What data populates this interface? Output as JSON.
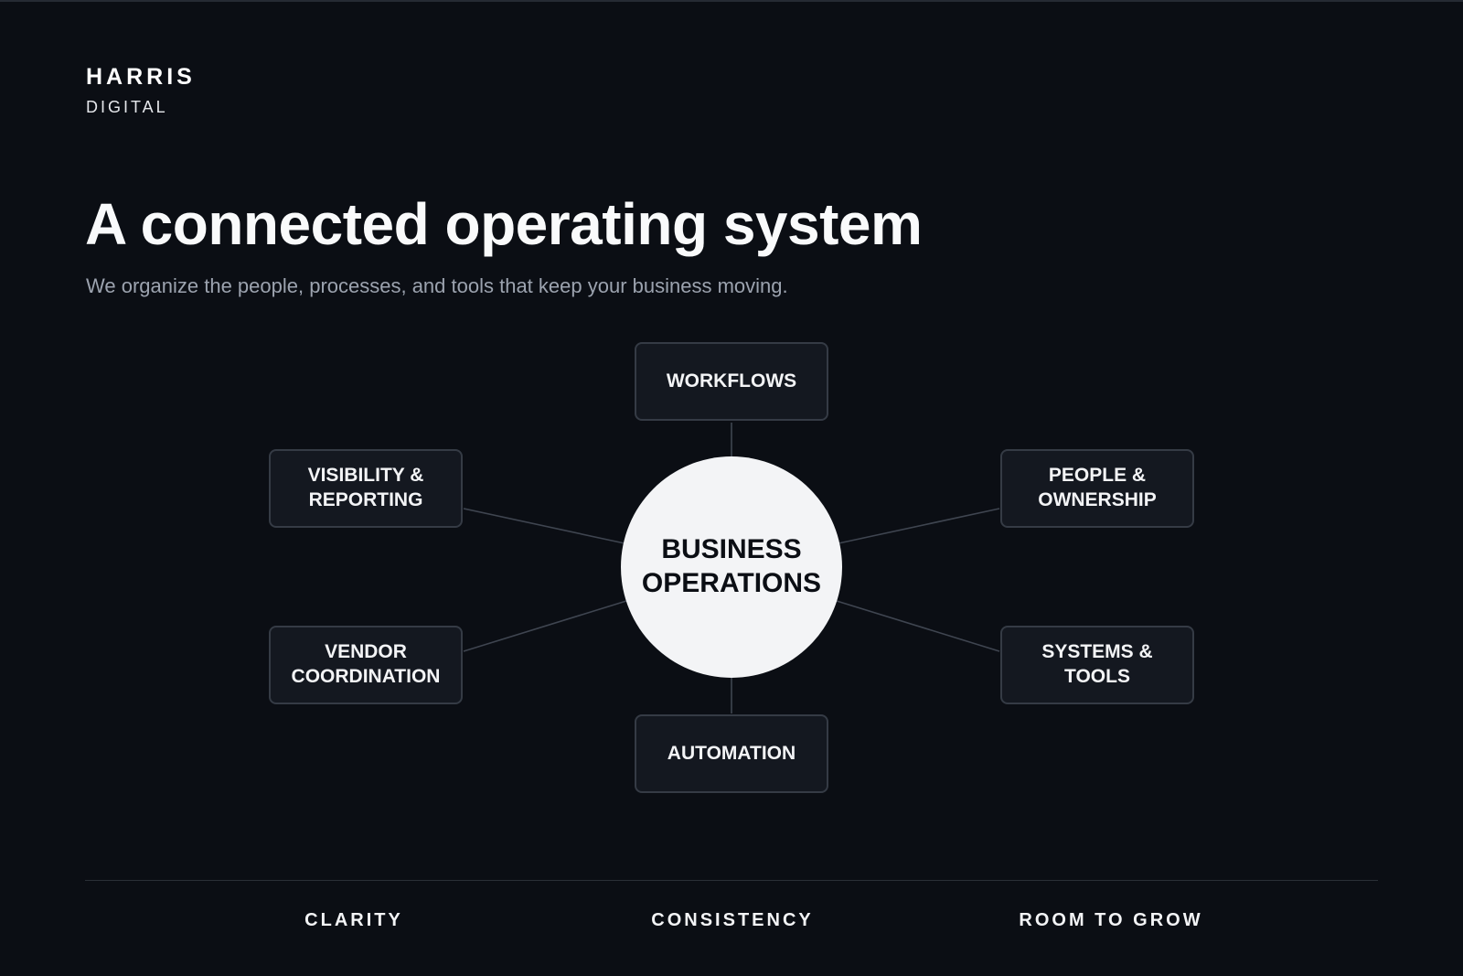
{
  "brand": {
    "name": "HARRIS",
    "sub": "DIGITAL"
  },
  "hero": {
    "title": "A connected operating system",
    "subtitle": "We organize the people, processes, and tools that keep your business moving."
  },
  "diagram": {
    "center": "BUSINESS OPERATIONS",
    "nodes": [
      {
        "id": "workflows",
        "label": "WORKFLOWS"
      },
      {
        "id": "visibility",
        "label": "VISIBILITY & REPORTING"
      },
      {
        "id": "people",
        "label": "PEOPLE & OWNERSHIP"
      },
      {
        "id": "vendor",
        "label": "VENDOR COORDINATION"
      },
      {
        "id": "systems",
        "label": "SYSTEMS & TOOLS"
      },
      {
        "id": "automation",
        "label": "AUTOMATION"
      }
    ]
  },
  "pillars": [
    "CLARITY",
    "CONSISTENCY",
    "ROOM TO GROW"
  ],
  "colors": {
    "background": "#0b0e14",
    "node_fill": "#141820",
    "node_border": "#353b45",
    "hub_fill": "#f3f4f6",
    "connector": "#3f4550",
    "muted_text": "#9ca3af"
  }
}
